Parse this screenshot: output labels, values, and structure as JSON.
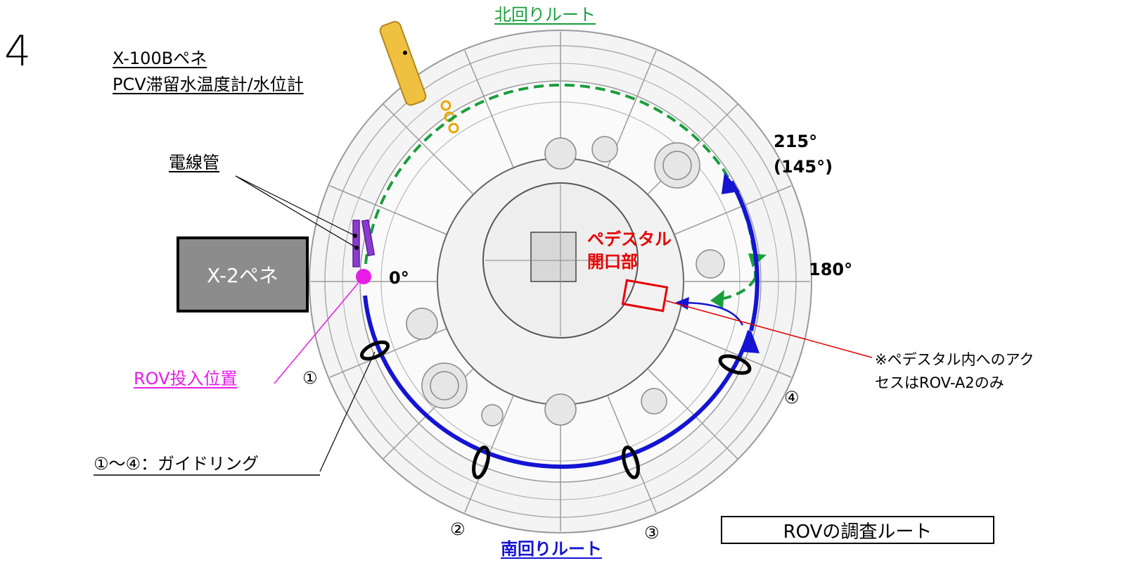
{
  "page_number": "4",
  "labels": {
    "north_route": "北回りルート",
    "south_route": "南回りルート",
    "x100b_line1": "X-100Bペネ",
    "x100b_line2": "PCV滞留水温度計/水位計",
    "conduit": "電線管",
    "x2_pene": "X-2ペネ",
    "rov_insert": "ROV投入位置",
    "guide_ring_legend": "①～④：ガイドリング",
    "pedestal_line1": "ペデスタル",
    "pedestal_line2": "開口部",
    "note_line1": "※ペデスタル内へのアク",
    "note_line2": "セスはROV-A2のみ",
    "title": "ROVの調査ルート"
  },
  "angles": {
    "a0": "0°",
    "a180": "180°",
    "a215": "215°",
    "a145": "(145°)"
  },
  "guide_ring_numbers": {
    "r1": "①",
    "r2": "②",
    "r3": "③",
    "r4": "④"
  },
  "colors": {
    "north_route": "#1a9e3c",
    "south_route": "#1414d2",
    "rov_insert": "#e61ee6",
    "pedestal": "#e60000",
    "conduit": "#7a2fbf",
    "pipe": "#f0c040",
    "x2_box": "#8c8c8c"
  }
}
